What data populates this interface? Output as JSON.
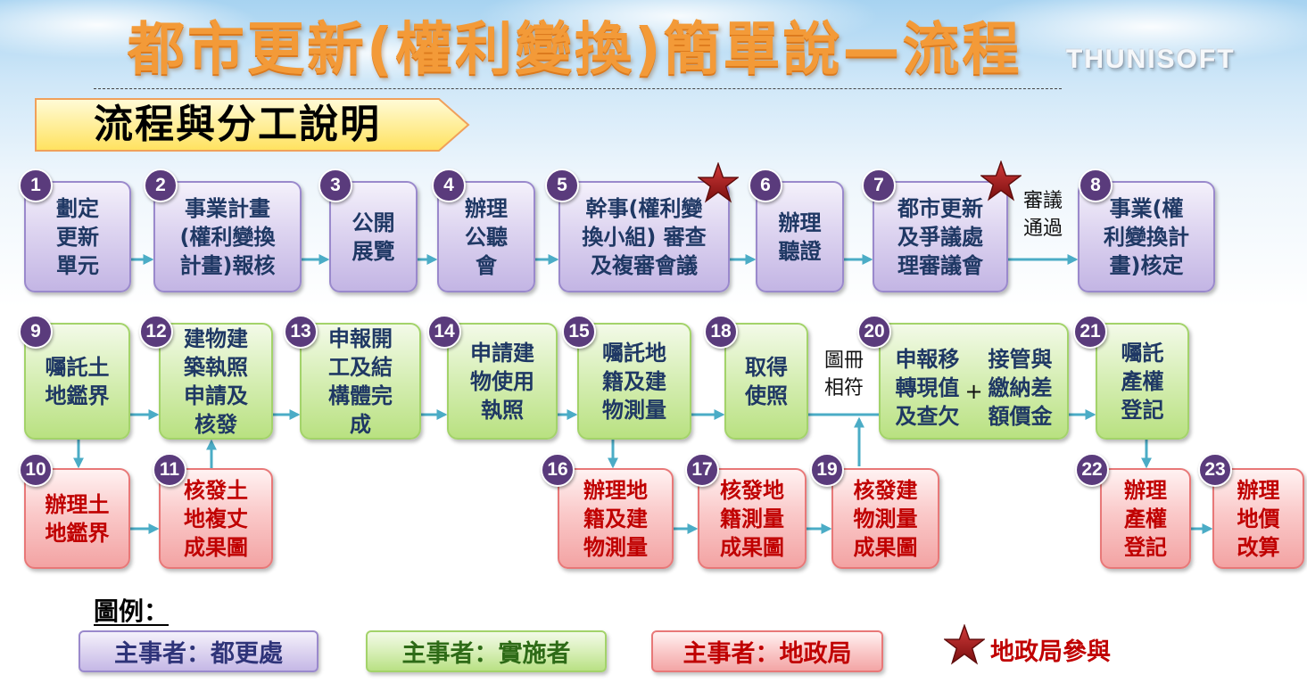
{
  "title": "都市更新(權利變換)簡單說—流程",
  "logo": "THUNISOFT",
  "section_banner": "流程與分工說明",
  "nodes": {
    "n1": {
      "number": "1",
      "label": "劃定\n更新\n單元"
    },
    "n2": {
      "number": "2",
      "label": "事業計畫\n(權利變換\n計畫)報核"
    },
    "n3": {
      "number": "3",
      "label": "公開\n展覽"
    },
    "n4": {
      "number": "4",
      "label": "辦理\n公聽\n會"
    },
    "n5": {
      "number": "5",
      "label": "幹事(權利變\n換小組) 審查\n及複審會議",
      "marker": "star-icon"
    },
    "n6": {
      "number": "6",
      "label": "辦理\n聽證"
    },
    "n7": {
      "number": "7",
      "label": "都市更新\n及爭議處\n理審議會",
      "marker": "star-icon"
    },
    "n8": {
      "number": "8",
      "label": "事業(權\n利變換計\n畫)核定"
    },
    "n9": {
      "number": "9",
      "label": "囑託土\n地鑑界"
    },
    "n10": {
      "number": "10",
      "label": "辦理土\n地鑑界"
    },
    "n11": {
      "number": "11",
      "label": "核發土\n地複丈\n成果圖"
    },
    "n12": {
      "number": "12",
      "label": "建物建\n築執照\n申請及\n核發"
    },
    "n13": {
      "number": "13",
      "label": "申報開\n工及結\n構體完\n成"
    },
    "n14": {
      "number": "14",
      "label": "申請建\n物使用\n執照"
    },
    "n15": {
      "number": "15",
      "label": "囑託地\n籍及建\n物測量"
    },
    "n16": {
      "number": "16",
      "label": "辦理地\n籍及建\n物測量"
    },
    "n17": {
      "number": "17",
      "label": "核發地\n籍測量\n成果圖"
    },
    "n18": {
      "number": "18",
      "label": "取得\n使照"
    },
    "n19": {
      "number": "19",
      "label": "核發建\n物測量\n成果圖"
    },
    "n20": {
      "number": "20",
      "left_label": "申報移\n轉現值\n及查欠",
      "joiner": "+",
      "right_label": "接管與\n繳納差\n額價金"
    },
    "n21": {
      "number": "21",
      "label": "囑託\n產權\n登記"
    },
    "n22": {
      "number": "22",
      "label": "辦理\n產權\n登記"
    },
    "n23": {
      "number": "23",
      "label": "辦理\n地價\n改算"
    }
  },
  "edge_labels": {
    "n7_to_n8": "審議\n通過",
    "n18_to_n20": "圖冊\n相符"
  },
  "legend": {
    "heading": "圖例：",
    "items": [
      {
        "label": "主事者：都更處",
        "color": "#c5b8e6"
      },
      {
        "label": "主事者：實施者",
        "color": "#b9e184"
      },
      {
        "label": "主事者：地政局",
        "color": "#f3a5a5"
      }
    ],
    "star": {
      "icon": "star-icon",
      "label": "地政局參與"
    }
  },
  "colors": {
    "title": "#f39a38",
    "arrow": "#4bacc6",
    "number_badge": "#5a3b7c",
    "land_office_text": "#c00000",
    "star": "#a81c1c"
  }
}
